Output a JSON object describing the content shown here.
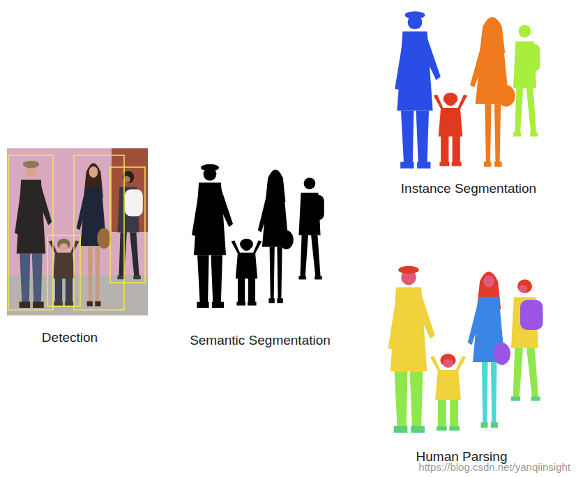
{
  "diagram": {
    "labels": [
      "Detection",
      "Semantic Segmentation",
      "Instance Segmentation",
      "Human Parsing",
      "https://blog.csdn.net/yanqiinsight"
    ]
  }
}
